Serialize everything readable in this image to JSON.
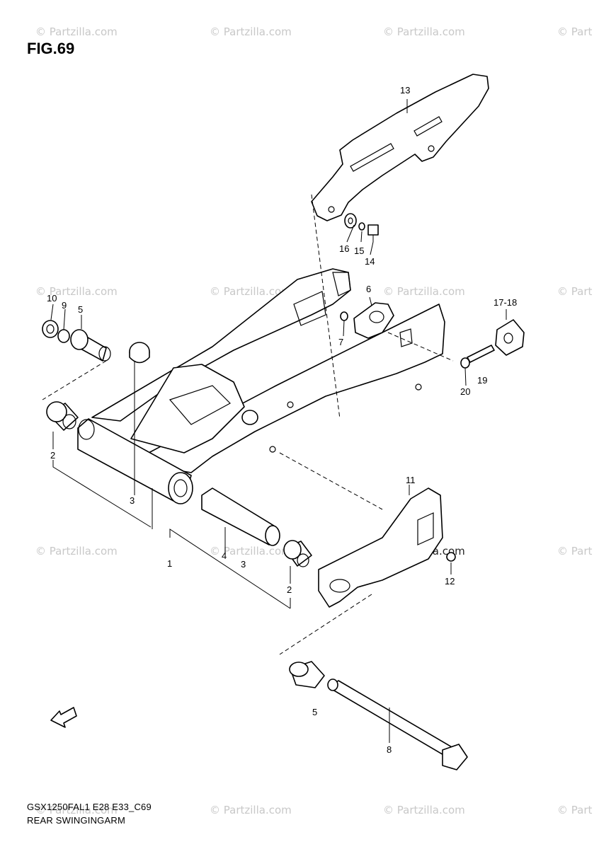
{
  "figure": {
    "title": "FIG.69",
    "model_code": "GSX1250FAL1 E28 E33_C69",
    "caption": "REAR SWINGINGARM"
  },
  "watermark": {
    "text": "© Partzilla.com",
    "partial_text": "© Part"
  },
  "callouts": {
    "c1": "1",
    "c2a": "2",
    "c2b": "2",
    "c3a": "3",
    "c3b": "3",
    "c4": "4",
    "c5a": "5",
    "c5b": "5",
    "c6": "6",
    "c7": "7",
    "c8": "8",
    "c9": "9",
    "c10": "10",
    "c11": "11",
    "c12": "12",
    "c13": "13",
    "c14": "14",
    "c15": "15",
    "c16": "16",
    "c17_18": "17-18",
    "c19": "19",
    "c20": "20"
  },
  "icons": {
    "direction": "fwd-arrow-icon"
  }
}
